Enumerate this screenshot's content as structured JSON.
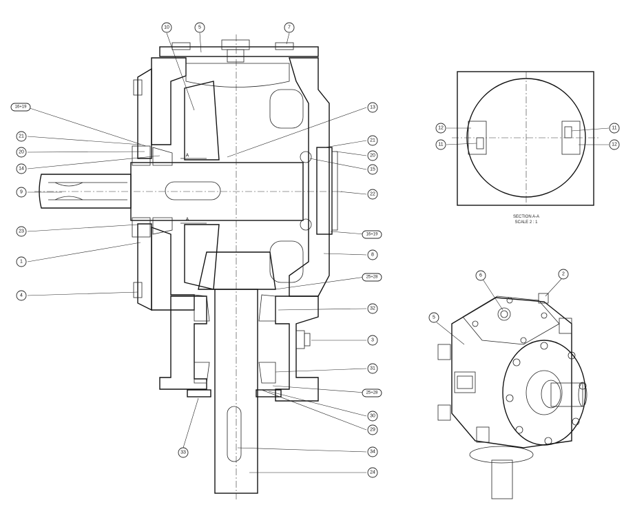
{
  "callouts_main": {
    "c10": "10",
    "c5": "5",
    "c7": "7",
    "c16_19_top": "16+19",
    "c13": "13",
    "c21_left": "21",
    "c20_left": "20",
    "c14": "14",
    "c21_right": "21",
    "c20_right": "20",
    "c15": "15",
    "c9": "9",
    "c22": "22",
    "c23": "23",
    "c16_19_right": "16+19",
    "c1": "1",
    "c8": "8",
    "c4": "4",
    "c25_28_top": "25+28",
    "c32": "32",
    "c3": "3",
    "c31": "31",
    "c25_28_bottom": "25+28",
    "c30": "30",
    "c29": "29",
    "c33": "33",
    "c34": "34",
    "c24": "24",
    "section_marker_top": "A",
    "section_marker_bottom": "A"
  },
  "section_view": {
    "c12_left": "12",
    "c11_left": "11",
    "c11_right": "11",
    "c12_right": "12",
    "title": "SECTION A-A",
    "scale": "SCALE 2 : 1"
  },
  "iso_view": {
    "c6": "6",
    "c2": "2",
    "c5": "5"
  }
}
